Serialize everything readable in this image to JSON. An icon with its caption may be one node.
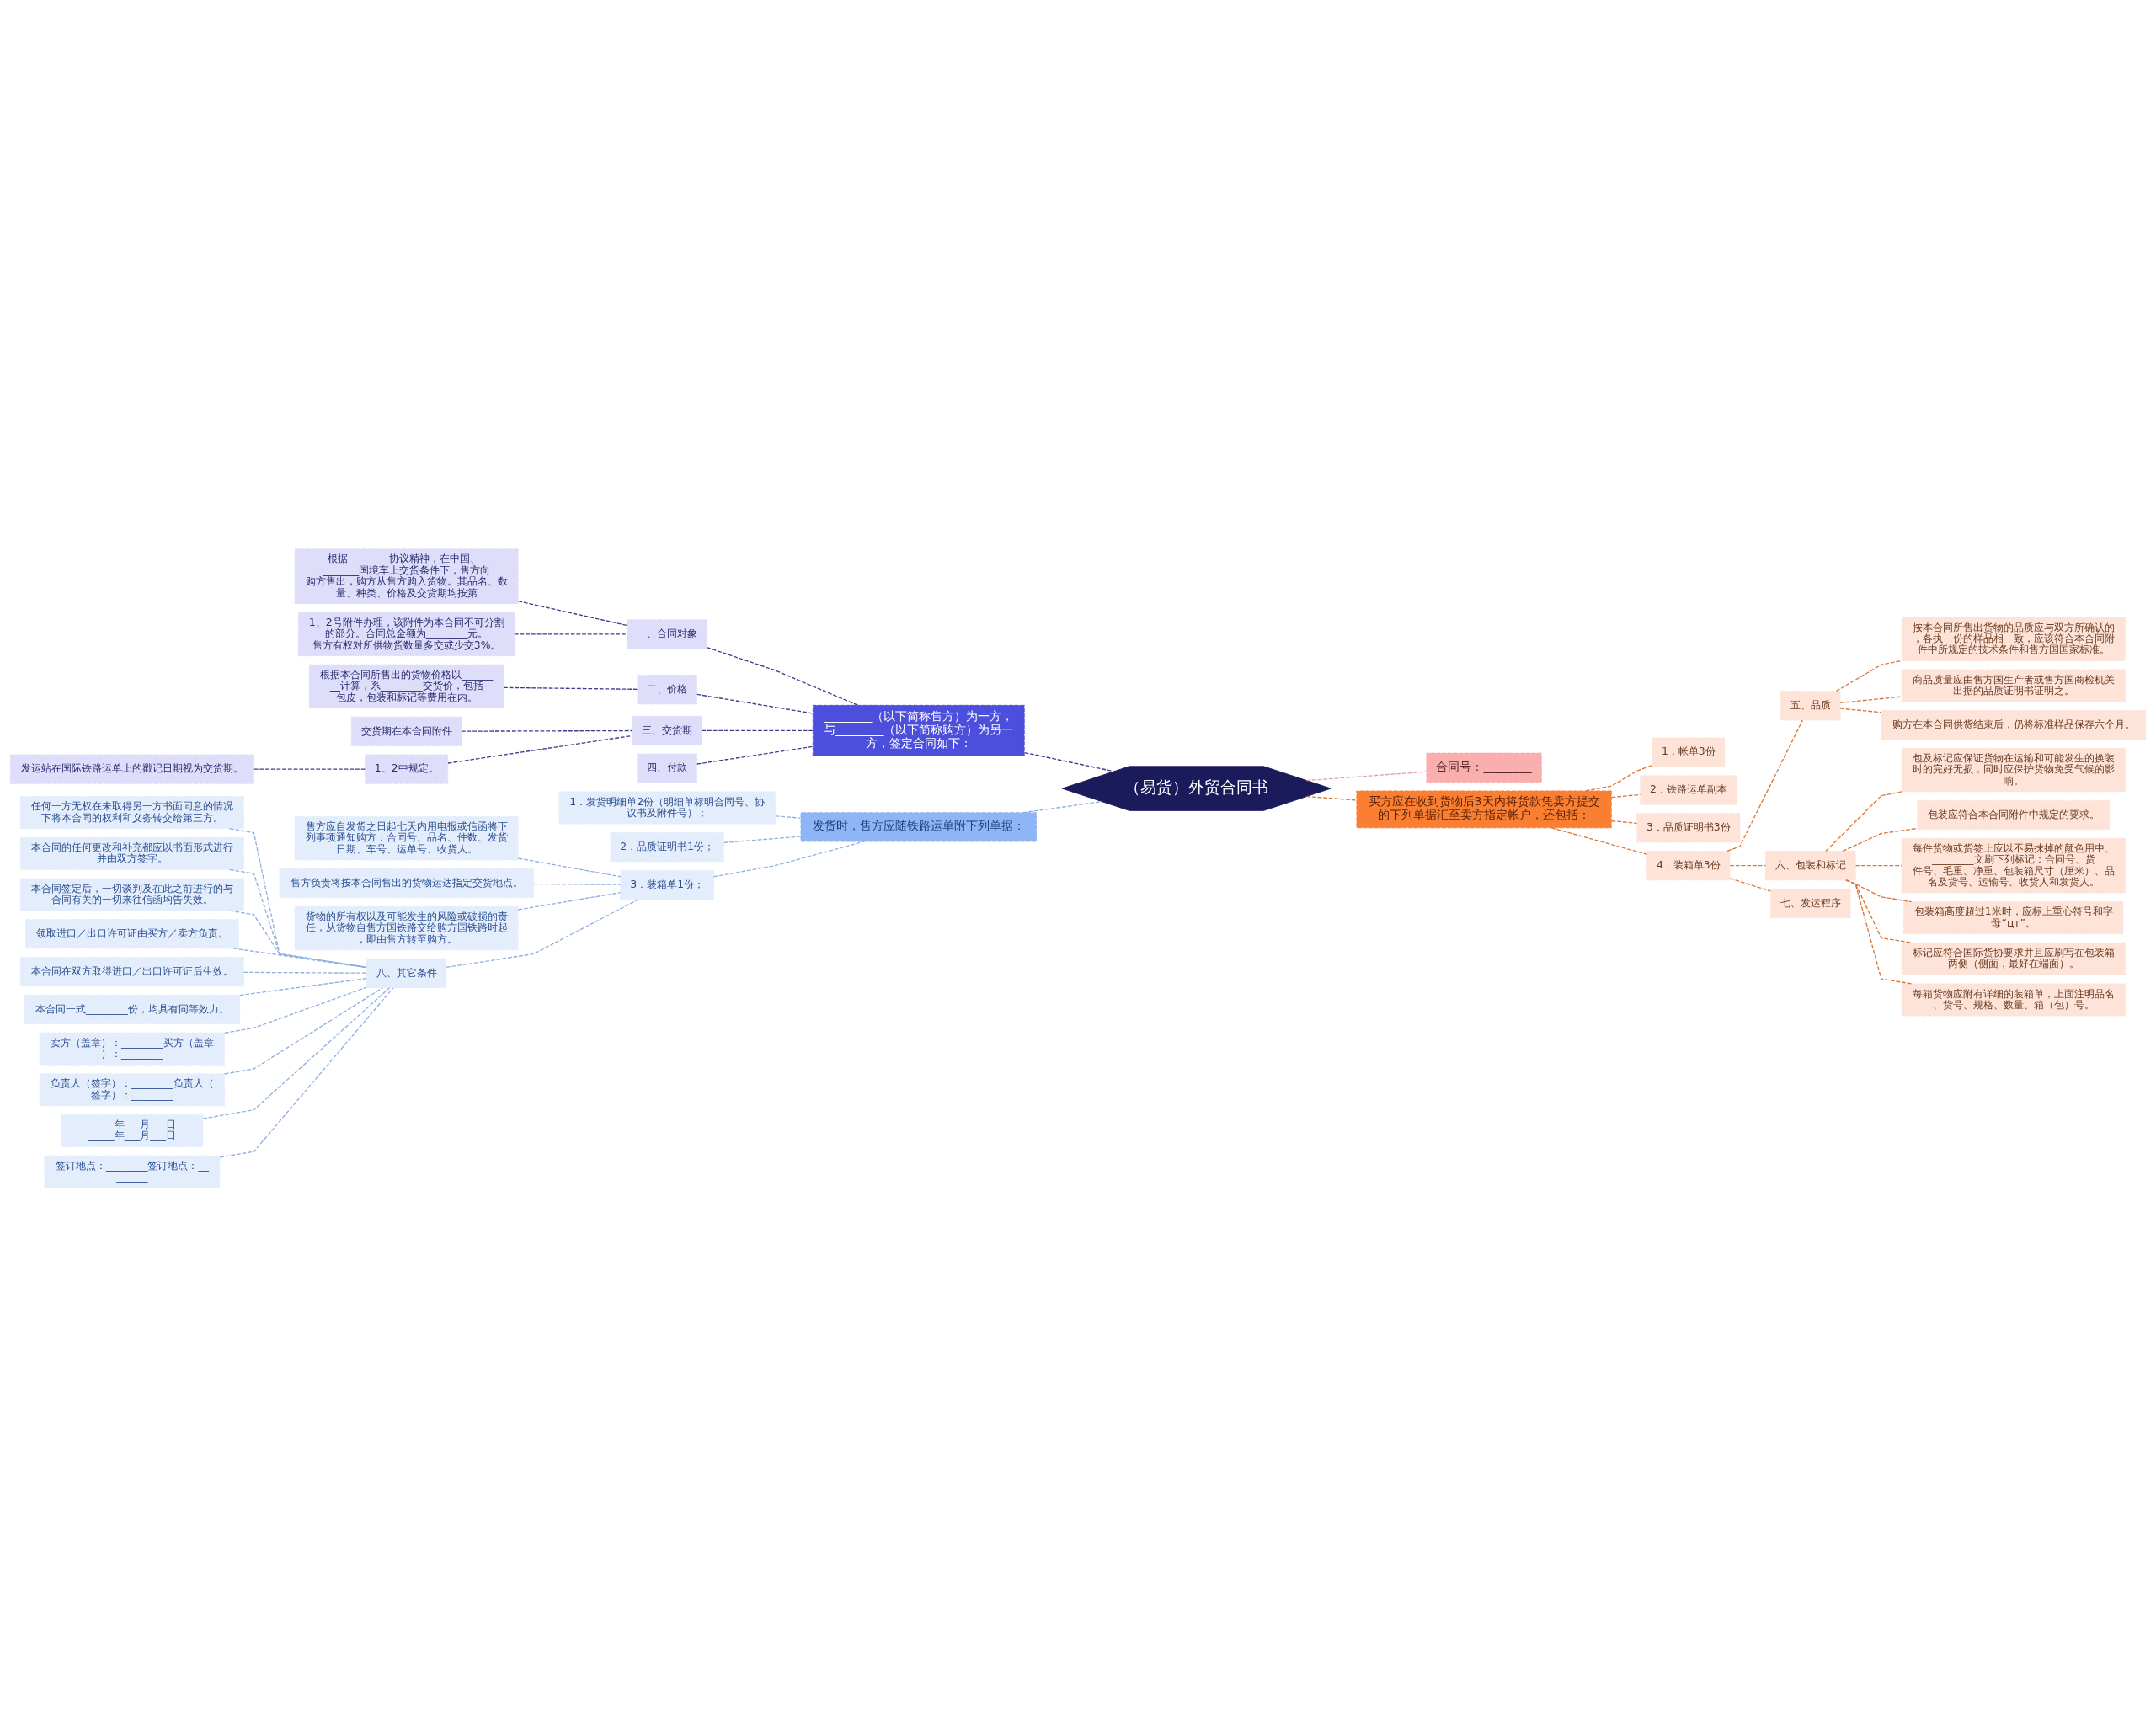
{
  "diagram": {
    "nodes": [
      {
        "text": [
          "（易货）外贸合同书"
        ]
      },
      {
        "text": [
          "________（以下简称售方）为一方，与________（以下简称购方）为另一方，签定合同如下："
        ]
      },
      {
        "text": [
          "一、合同对象"
        ]
      },
      {
        "text": [
          "根据________协议精神，在中国、________国境车上交货条件下，售方向购方售出，购方从售方购入货物。其品名、数量、种类、价格及交货期均按第"
        ]
      },
      {
        "text": [
          "1、2号附件办理，该附件为本合同不可分割的部分。合同总金额为________元。售方有权对所供物货数量多交或少交3%。"
        ]
      },
      {
        "text": [
          "二、价格"
        ]
      },
      {
        "text": [
          "根据本合同所售出的货物价格以________计算，系________交货价，包括包皮，包装和标记等费用在内。"
        ]
      },
      {
        "text": [
          "三、交货期"
        ]
      },
      {
        "text": [
          "交货期在本合同附件"
        ]
      },
      {
        "text": [
          "1、2中规定。"
        ]
      },
      {
        "text": [
          "发运站在国际铁路运单上的戳记日期视为交货期。"
        ]
      },
      {
        "text": [
          "四、付款"
        ]
      },
      {
        "text": [
          "发货时，售方应随铁路运单附下列单据："
        ]
      },
      {
        "text": [
          "1．发货明细单2份（明细单标明合同号、协议书及附件号）；"
        ]
      },
      {
        "text": [
          "2．品质证明书1份；"
        ]
      },
      {
        "text": [
          "3．装箱单1份；"
        ]
      },
      {
        "text": [
          "售方应自发货之日起七天内用电报或信函将下列事项通知购方：合同号、品名、件数、发货日期、车号、运单号、收货人。"
        ]
      },
      {
        "text": [
          "售方负责将按本合同售出的货物运达指定交货地点。"
        ]
      },
      {
        "text": [
          "货物的所有权以及可能发生的风险或破损的责任，从货物自售方国铁路交给购方国铁路时起，即由售方转至购方。"
        ]
      },
      {
        "text": [
          "八、其它条件"
        ]
      },
      {
        "text": [
          "任何一方无权在未取得另一方书面同意的情况下将本合同的权利和义务转交给第三方。"
        ]
      },
      {
        "text": [
          "本合同的任何更改和补充都应以书面形式进行并由双方签字。"
        ]
      },
      {
        "text": [
          "本合同签定后，一切谈判及在此之前进行的与合同有关的一切来往信函均告失效。"
        ]
      },
      {
        "text": [
          "领取进口／出口许可证由买方／卖方负责。"
        ]
      },
      {
        "text": [
          "本合同在双方取得进口／出口许可证后生效。"
        ]
      },
      {
        "text": [
          "本合同一式________份，均具有同等效力。"
        ]
      },
      {
        "text": [
          "卖方（盖章）：________买方（盖章）：________"
        ]
      },
      {
        "text": [
          "负责人（签字）：________负责人（签字）：________"
        ]
      },
      {
        "text": [
          "________年___月___日________年___月___日"
        ]
      },
      {
        "text": [
          "签订地点：________签订地点：________"
        ]
      },
      {
        "text": [
          "合同号：________"
        ]
      },
      {
        "text": [
          "买方应在收到货物后3天内将货款凭卖方提交的下列单据汇至卖方指定帐户，还包括："
        ]
      },
      {
        "text": [
          "1．帐单3份"
        ]
      },
      {
        "text": [
          "2．铁路运单副本"
        ]
      },
      {
        "text": [
          "3．品质证明书3份"
        ]
      },
      {
        "text": [
          "4．装箱单3份"
        ]
      },
      {
        "text": [
          "五、品质"
        ]
      },
      {
        "text": [
          "按本合同所售出货物的品质应与双方所确认的，各执一份的样品相一致，应该符合本合同附件中所规定的技术条件和售方国国家标准。"
        ]
      },
      {
        "text": [
          "商品质量应由售方国生产者或售方国商检机关出据的品质证明书证明之。"
        ]
      },
      {
        "text": [
          "购方在本合同供货结束后，仍将标准样品保存六个月。"
        ]
      },
      {
        "text": [
          "六、包装和标记"
        ]
      },
      {
        "text": [
          "包及标记应保证货物在运输和可能发生的换装时的完好无损，同时应保护货物免受气候的影响。"
        ]
      },
      {
        "text": [
          "包装应符合本合同附件中规定的要求。"
        ]
      },
      {
        "text": [
          "每件货物或货签上应以不易抹掉的颜色用中、________文刷下列标记：合同号、货件号、毛重、净重、包装箱尺寸（厘米）、品名及货号、运输号、收货人和发货人。"
        ]
      },
      {
        "text": [
          "包装箱高度超过1米时，应标上重心符号和字母“цт”。"
        ]
      },
      {
        "text": [
          "标记应符合国际货协要求并且应刷写在包装箱两侧（侧面，最好在端面）。"
        ]
      },
      {
        "text": [
          "每箱货物应附有详细的装箱单，上面注明品名、货号、规格、数量、箱（包）号。"
        ]
      },
      {
        "text": [
          "七、发运程序"
        ]
      }
    ],
    "edges": [
      {
        "from": 0,
        "to": 1,
        "arrow": "none",
        "color": "#3d3d8f"
      },
      {
        "from": 1,
        "to": 2,
        "arrow": "none",
        "color": "#3d3d8f"
      },
      {
        "from": 2,
        "to": 3,
        "arrow": "none",
        "color": "#3d3d8f"
      },
      {
        "from": 2,
        "to": 4,
        "arrow": "none",
        "color": "#3d3d8f"
      },
      {
        "from": 1,
        "to": 5,
        "arrow": "none",
        "color": "#3d3d8f"
      },
      {
        "from": 5,
        "to": 6,
        "arrow": "none",
        "color": "#3d3d8f"
      },
      {
        "from": 1,
        "to": 7,
        "arrow": "none",
        "color": "#3d3d8f"
      },
      {
        "from": 7,
        "to": 8,
        "arrow": "none",
        "color": "#3d3d8f"
      },
      {
        "from": 7,
        "to": 9,
        "arrow": "none",
        "color": "#3d3d8f"
      },
      {
        "from": 9,
        "to": 10,
        "arrow": "none",
        "color": "#3d3d8f"
      },
      {
        "from": 1,
        "to": 11,
        "arrow": "none",
        "color": "#3d3d8f"
      },
      {
        "from": 0,
        "to": 12,
        "arrow": "none"
      },
      {
        "from": 12,
        "to": 13,
        "arrow": "none"
      },
      {
        "from": 12,
        "to": 14,
        "arrow": "none"
      },
      {
        "from": 12,
        "to": 15,
        "arrow": "none"
      },
      {
        "from": 15,
        "to": 16,
        "arrow": "none"
      },
      {
        "from": 15,
        "to": 17,
        "arrow": "none"
      },
      {
        "from": 15,
        "to": 18,
        "arrow": "none"
      },
      {
        "from": 15,
        "to": 19,
        "arrow": "none"
      },
      {
        "from": 19,
        "to": 20,
        "arrow": "none"
      },
      {
        "from": 19,
        "to": 21,
        "arrow": "none"
      },
      {
        "from": 19,
        "to": 22,
        "arrow": "none"
      },
      {
        "from": 19,
        "to": 23,
        "arrow": "none"
      },
      {
        "from": 19,
        "to": 24,
        "arrow": "none"
      },
      {
        "from": 19,
        "to": 25,
        "arrow": "none"
      },
      {
        "from": 19,
        "to": 26,
        "arrow": "none"
      },
      {
        "from": 19,
        "to": 27,
        "arrow": "none"
      },
      {
        "from": 19,
        "to": 28,
        "arrow": "none"
      },
      {
        "from": 19,
        "to": 29,
        "arrow": "none"
      },
      {
        "from": 0,
        "to": 30,
        "arrow": "none",
        "color": "#e8a0a0"
      },
      {
        "from": 0,
        "to": 31,
        "arrow": "none",
        "color": "#d9773a"
      },
      {
        "from": 31,
        "to": 32,
        "arrow": "none",
        "color": "#d9773a"
      },
      {
        "from": 31,
        "to": 33,
        "arrow": "none",
        "color": "#d9773a"
      },
      {
        "from": 31,
        "to": 34,
        "arrow": "none",
        "color": "#d9773a"
      },
      {
        "from": 31,
        "to": 35,
        "arrow": "none",
        "color": "#d9773a"
      },
      {
        "from": 35,
        "to": 36,
        "arrow": "none",
        "color": "#d9773a"
      },
      {
        "from": 36,
        "to": 37,
        "arrow": "none",
        "color": "#d9773a"
      },
      {
        "from": 36,
        "to": 38,
        "arrow": "none",
        "color": "#d9773a"
      },
      {
        "from": 36,
        "to": 39,
        "arrow": "none",
        "color": "#d9773a"
      },
      {
        "from": 35,
        "to": 40,
        "arrow": "none",
        "color": "#d9773a"
      },
      {
        "from": 40,
        "to": 41,
        "arrow": "none",
        "color": "#d9773a"
      },
      {
        "from": 40,
        "to": 42,
        "arrow": "none",
        "color": "#d9773a"
      },
      {
        "from": 40,
        "to": 43,
        "arrow": "none",
        "color": "#d9773a"
      },
      {
        "from": 40,
        "to": 44,
        "arrow": "none",
        "color": "#d9773a"
      },
      {
        "from": 40,
        "to": 45,
        "arrow": "none",
        "color": "#d9773a"
      },
      {
        "from": 40,
        "to": 46,
        "arrow": "none",
        "color": "#d9773a"
      },
      {
        "from": 35,
        "to": 47,
        "arrow": "none",
        "color": "#d9773a"
      }
    ]
  }
}
